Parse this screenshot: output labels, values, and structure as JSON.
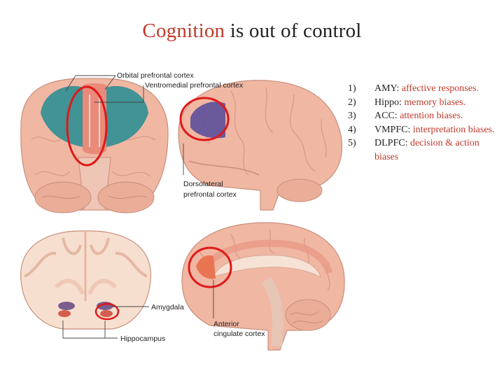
{
  "title": {
    "highlight": "Cognition",
    "rest": " is out of control"
  },
  "labels": {
    "orbital": "Orbital prefrontal cortex",
    "ventromedial": "Ventromedial prefrontal cortex",
    "dorsolateral_1": "Dorsolateral",
    "dorsolateral_2": "prefrontal cortex",
    "amygdala": "Amygdala",
    "hippocampus": "Hippocampus",
    "acc_1": "Anterior",
    "acc_2": "cingulate cortex"
  },
  "list": [
    {
      "num": "1)",
      "term": "AMY:",
      "desc": " affective responses."
    },
    {
      "num": "2)",
      "term": "Hippo:",
      "desc": " memory biases."
    },
    {
      "num": "3)",
      "term": "ACC:",
      "desc": " attention biases."
    },
    {
      "num": "4)",
      "term": "VMPFC:",
      "desc": " interpretation biases."
    },
    {
      "num": "5)",
      "term": "DLPFC:",
      "desc": " decision & action biases"
    }
  ],
  "colors": {
    "accent": "#c0392b",
    "circle": "#e01818",
    "brain": "#f0b7a3",
    "teal": "#2e8f93",
    "purple": "#5b4f9a"
  }
}
